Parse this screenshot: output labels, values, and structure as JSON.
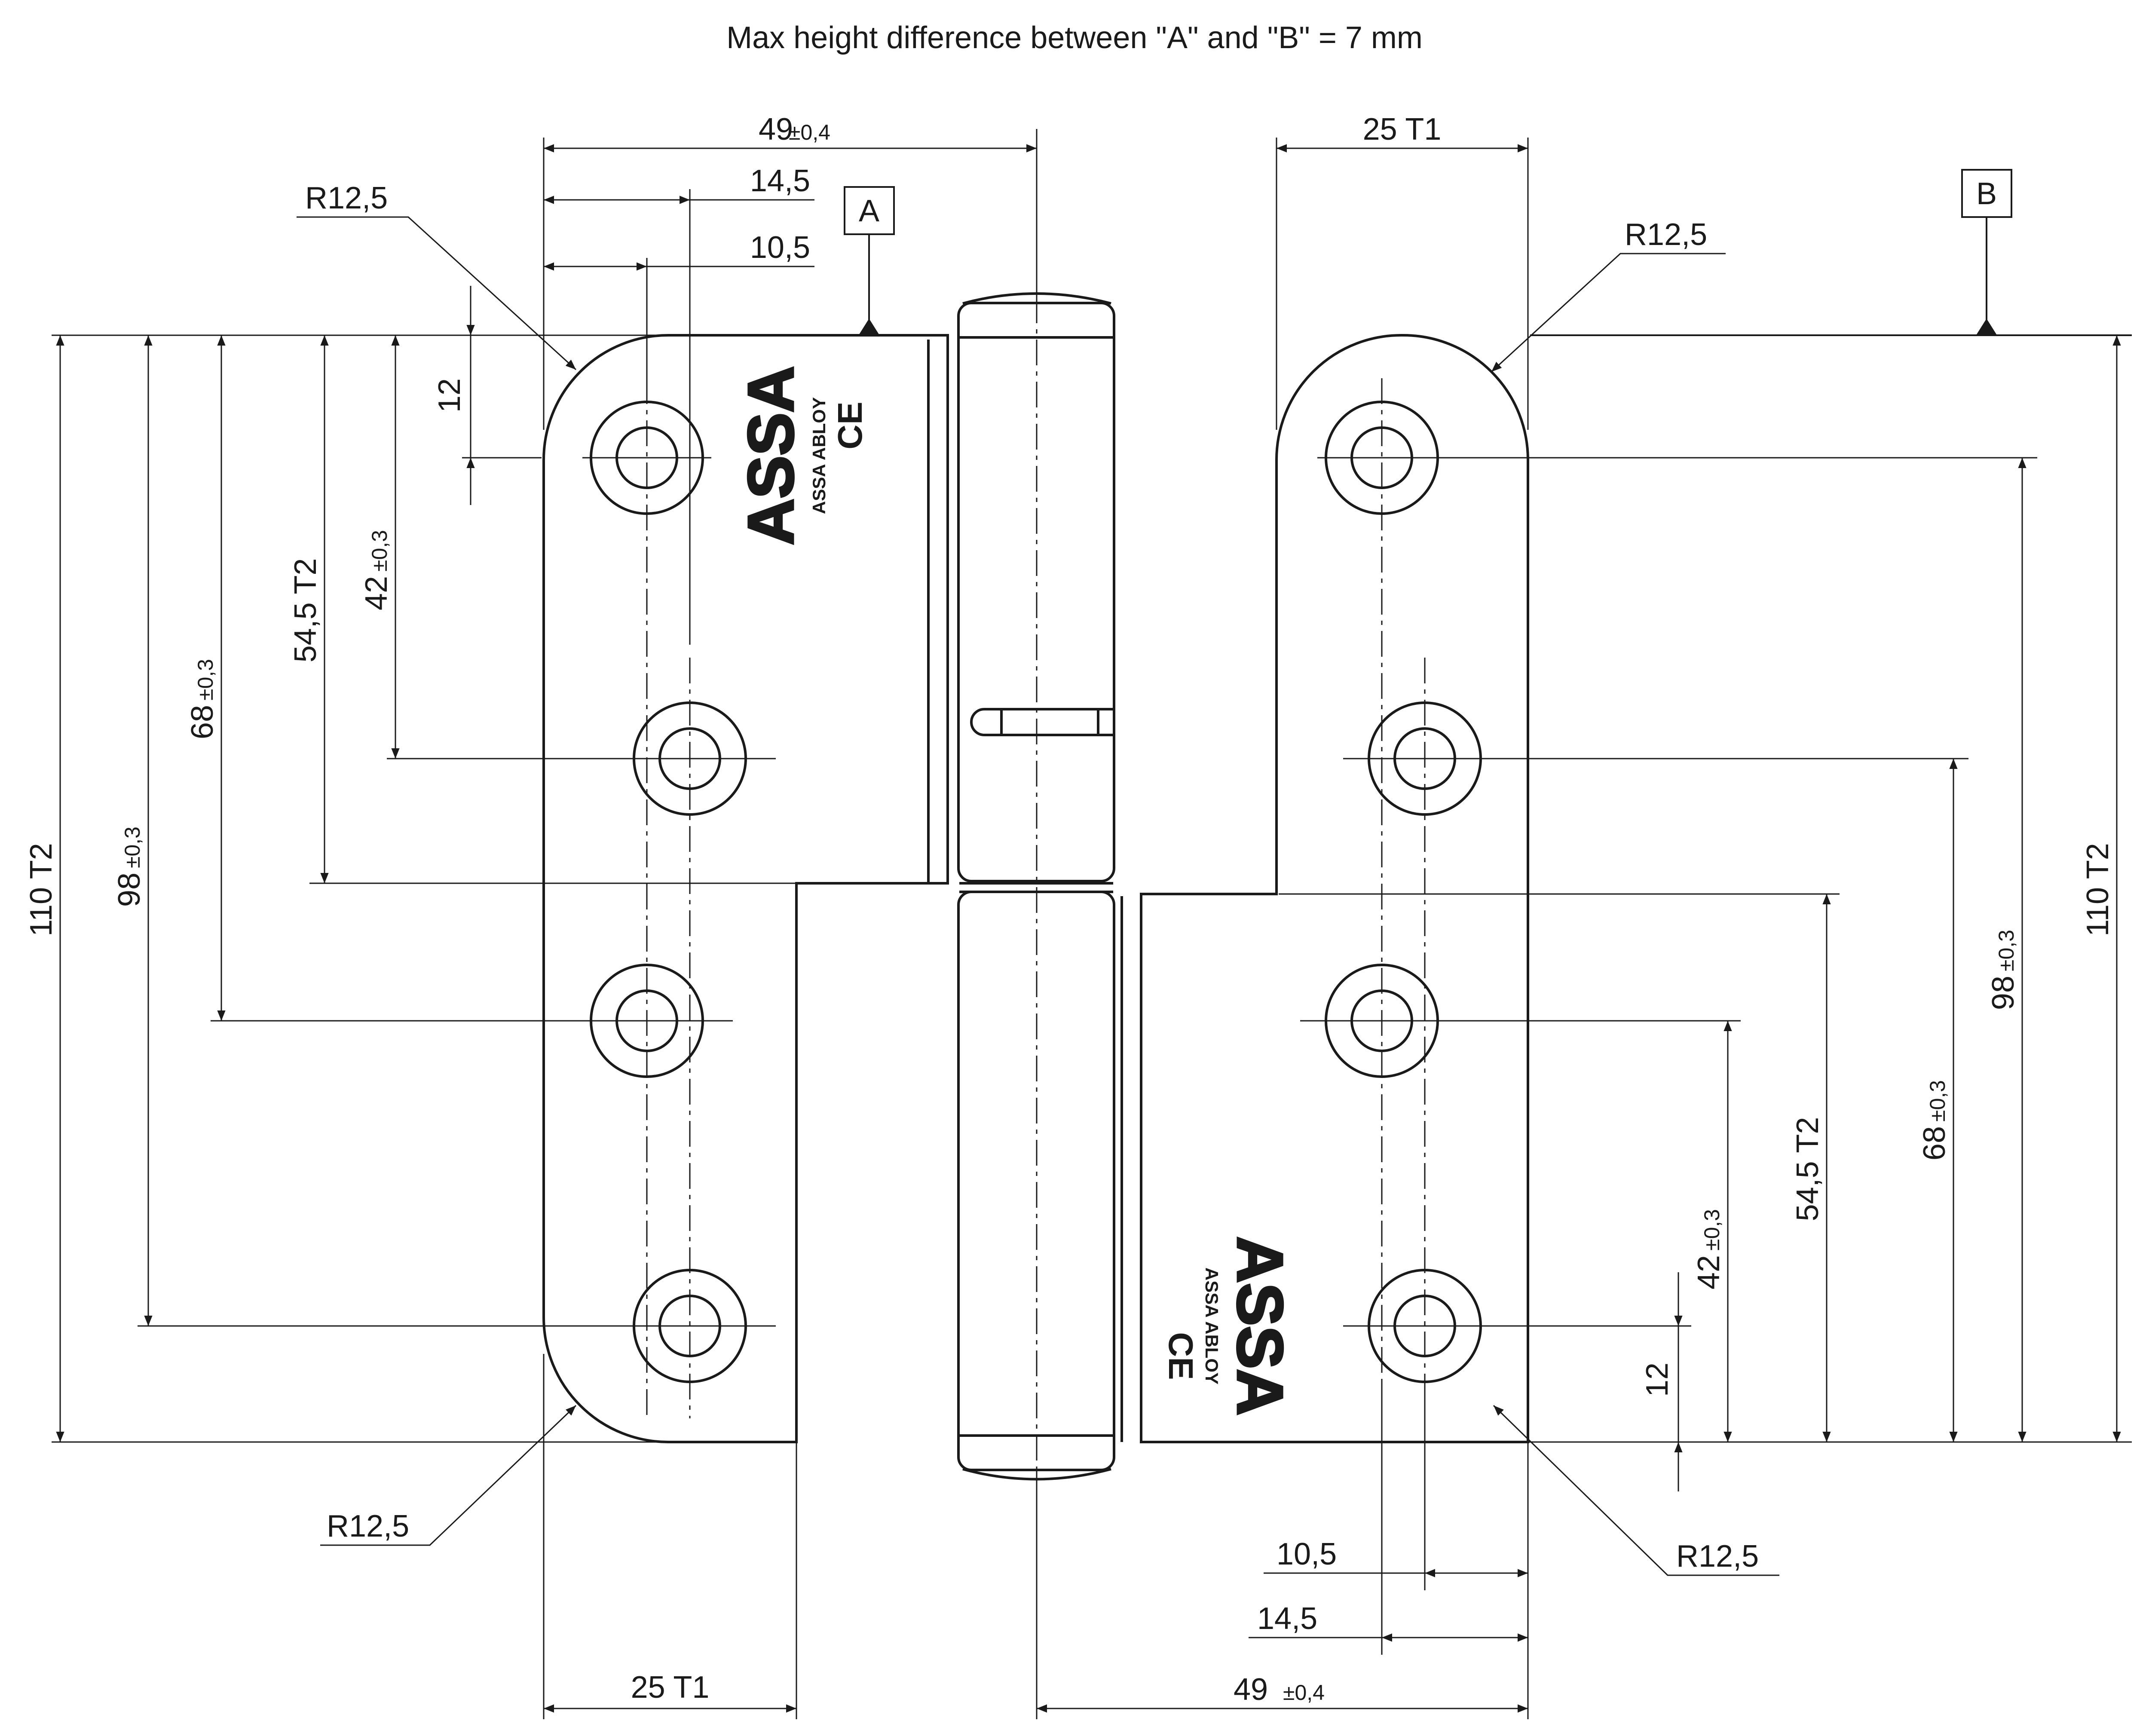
{
  "note": "Max height difference between \"A\" and \"B\" = 7 mm",
  "datums": {
    "a": "A",
    "b": "B"
  },
  "dims": {
    "top_49": "49",
    "top_49_tol": "±0,4",
    "top_14_5": "14,5",
    "top_10_5": "10,5",
    "top_25_t1": "25 T1",
    "r_top_left": "R12,5",
    "r_top_right": "R12,5",
    "r_bottom_left": "R12,5",
    "r_bottom_right": "R12,5",
    "left_110": "110 T2",
    "left_98": "98",
    "left_98_tol": "±0,3",
    "left_68": "68",
    "left_68_tol": "±0,3",
    "left_54_5": "54,5 T2",
    "left_42": "42",
    "left_42_tol": "±0,3",
    "left_12": "12",
    "right_110": "110 T2",
    "right_98": "98",
    "right_98_tol": "±0,3",
    "right_68": "68",
    "right_68_tol": "±0,3",
    "right_54_5": "54,5 T2",
    "right_42": "42",
    "right_42_tol": "±0,3",
    "right_12": "12",
    "bottom_10_5": "10,5",
    "bottom_14_5": "14,5",
    "bottom_25_t1": "25 T1",
    "bottom_49": "49",
    "bottom_49_tol": "±0,4"
  },
  "logo": {
    "brand": "ASSA",
    "sub": "ASSA ABLOY",
    "ce": "CE"
  }
}
